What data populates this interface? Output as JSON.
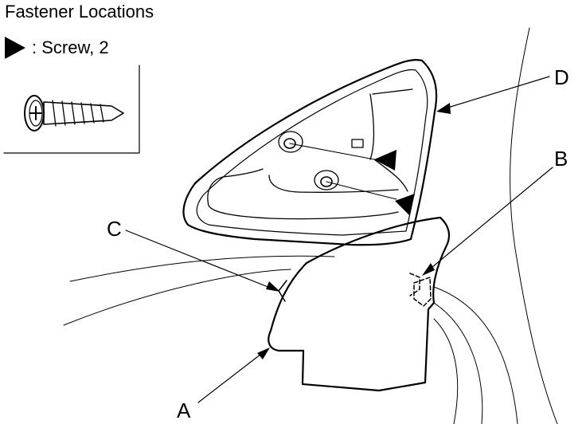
{
  "title": "Fastener Locations",
  "legend": {
    "symbol_icon": "black-triangle-icon",
    "text": ": Screw, 2"
  },
  "callouts": {
    "a": "A",
    "b": "B",
    "c": "C",
    "d": "D"
  }
}
